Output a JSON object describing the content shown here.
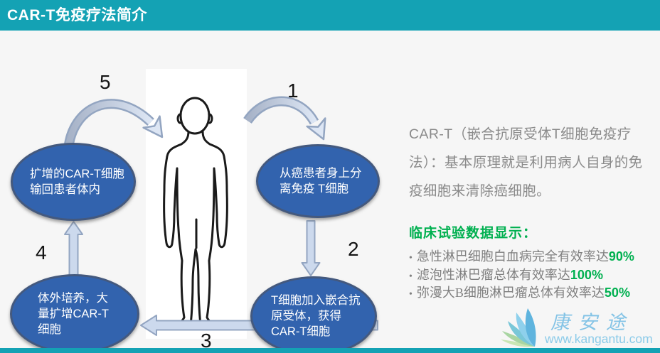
{
  "header": {
    "title": "CAR-T免疫疗法简介"
  },
  "diagram": {
    "figure": "human-body-outline",
    "nodes": [
      {
        "id": "separate",
        "label": "从癌患者身上分离免疫 T细胞"
      },
      {
        "id": "car",
        "label": "T细胞加入嵌合抗原受体，获得CAR-T细胞"
      },
      {
        "id": "expand",
        "label": "体外培养，大量扩增CAR-T细胞"
      },
      {
        "id": "infuse",
        "label": "扩增的CAR-T细胞输回患者体内"
      }
    ],
    "step_numbers": [
      "1",
      "2",
      "3",
      "4",
      "5"
    ]
  },
  "info": {
    "intro": "CAR-T（嵌合抗原受体T细胞免疫疗法）：基本原理就是利用病人自身的免疫细胞来清除癌细胞。",
    "clinical_heading": "临床试验数据显示：",
    "bullets": [
      {
        "text": "急性淋巴细胞白血病完全有效率达",
        "value": "90%"
      },
      {
        "text": "滤泡性淋巴瘤总体有效率达",
        "value": "100%"
      },
      {
        "text": "弥漫大B细胞淋巴瘤总体有效率达",
        "value": "50%"
      }
    ]
  },
  "watermark": {
    "brand": "康安途",
    "url": "www.kangantu.com"
  },
  "colors": {
    "header_teal": "#14a2b4",
    "node_blue": "#3263ae",
    "node_border": "#44597e",
    "arrow_fill": "#ccd9ed",
    "arrow_border": "#93a5c1",
    "accent_green": "#00b050",
    "body_gray": "#8a8a8a",
    "watermark_blue": "#85c4e6"
  }
}
